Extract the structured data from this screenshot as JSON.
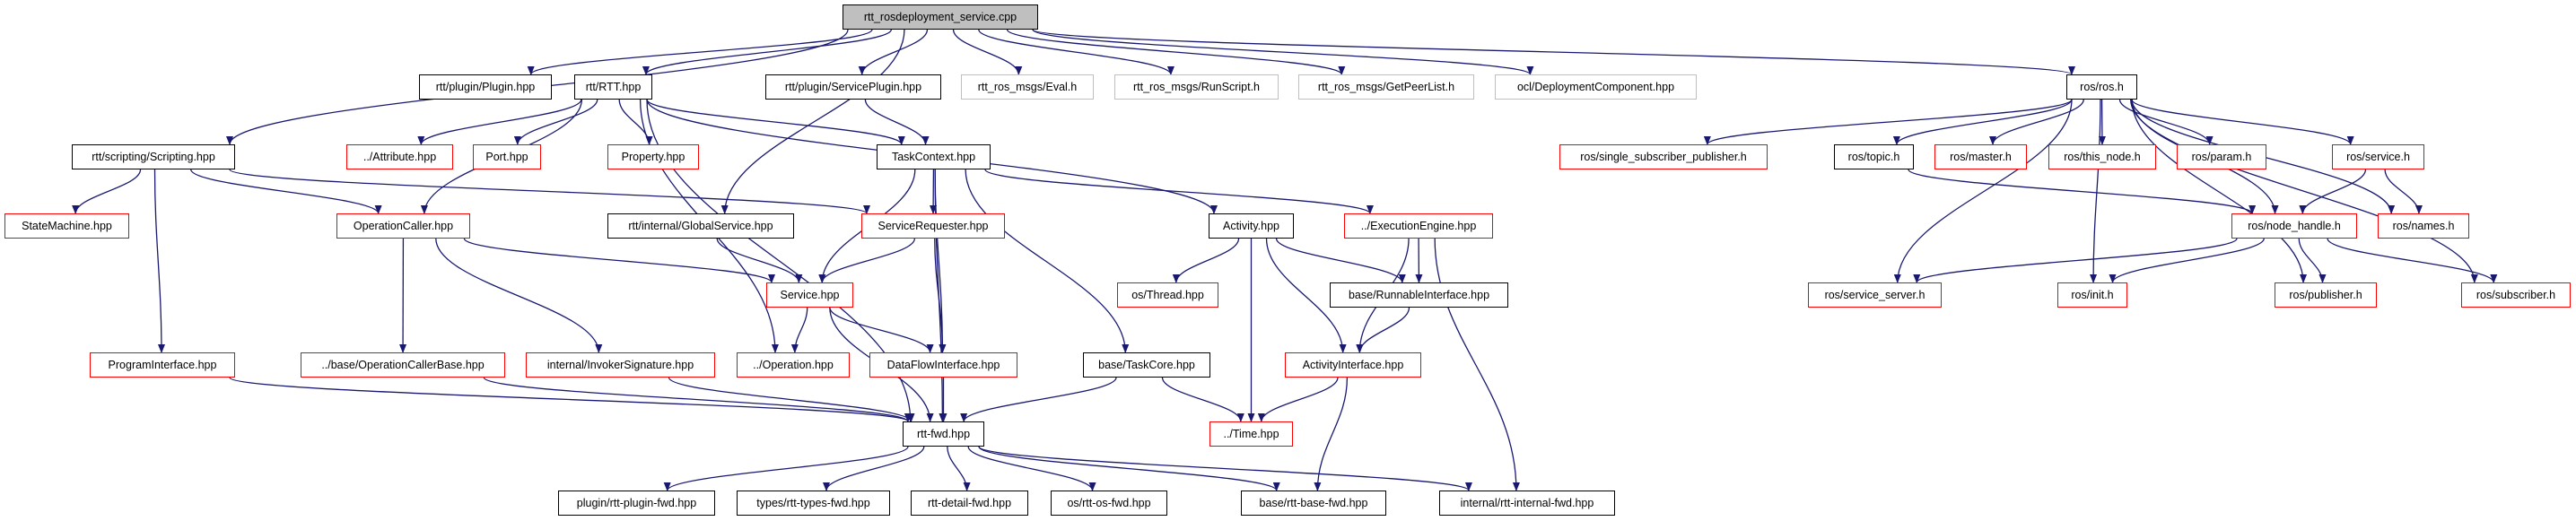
{
  "colors": {
    "edge": "#191970",
    "documented": "#000000",
    "truncated": "#ff0000",
    "not_found": "#bfbfbf",
    "root_fill": "#bfbfbf"
  },
  "nodes": [
    {
      "id": "root",
      "label": "rtt_rosdeployment_service.cpp",
      "style": "root"
    },
    {
      "id": "plugin",
      "label": "rtt/plugin/Plugin.hpp",
      "style": "black"
    },
    {
      "id": "rtt",
      "label": "rtt/RTT.hpp",
      "style": "black"
    },
    {
      "id": "serviceplugin",
      "label": "rtt/plugin/ServicePlugin.hpp",
      "style": "black"
    },
    {
      "id": "eval",
      "label": "rtt_ros_msgs/Eval.h",
      "style": "gray"
    },
    {
      "id": "runscript",
      "label": "rtt_ros_msgs/RunScript.h",
      "style": "gray"
    },
    {
      "id": "getpeerlist",
      "label": "rtt_ros_msgs/GetPeerList.h",
      "style": "gray"
    },
    {
      "id": "deployment",
      "label": "ocl/DeploymentComponent.hpp",
      "style": "gray"
    },
    {
      "id": "rosh",
      "label": "ros/ros.h",
      "style": "black"
    },
    {
      "id": "scripting",
      "label": "rtt/scripting/Scripting.hpp",
      "style": "black"
    },
    {
      "id": "attribute",
      "label": "../Attribute.hpp",
      "style": "red"
    },
    {
      "id": "port",
      "label": "Port.hpp",
      "style": "red"
    },
    {
      "id": "property",
      "label": "Property.hpp",
      "style": "red"
    },
    {
      "id": "taskcontext",
      "label": "TaskContext.hpp",
      "style": "black"
    },
    {
      "id": "ssp",
      "label": "ros/single_subscriber_publisher.h",
      "style": "red"
    },
    {
      "id": "topic",
      "label": "ros/topic.h",
      "style": "black"
    },
    {
      "id": "master",
      "label": "ros/master.h",
      "style": "red"
    },
    {
      "id": "thisnode",
      "label": "ros/this_node.h",
      "style": "red"
    },
    {
      "id": "param",
      "label": "ros/param.h",
      "style": "red"
    },
    {
      "id": "serviceh",
      "label": "ros/service.h",
      "style": "red"
    },
    {
      "id": "statemachine",
      "label": "StateMachine.hpp",
      "style": "red"
    },
    {
      "id": "opcaller",
      "label": "OperationCaller.hpp",
      "style": "red"
    },
    {
      "id": "globalservice",
      "label": "rtt/internal/GlobalService.hpp",
      "style": "black"
    },
    {
      "id": "servicerequester",
      "label": "ServiceRequester.hpp",
      "style": "red"
    },
    {
      "id": "activity",
      "label": "Activity.hpp",
      "style": "black"
    },
    {
      "id": "execengine",
      "label": "../ExecutionEngine.hpp",
      "style": "red"
    },
    {
      "id": "nodehandle",
      "label": "ros/node_handle.h",
      "style": "red"
    },
    {
      "id": "names",
      "label": "ros/names.h",
      "style": "red"
    },
    {
      "id": "service",
      "label": "Service.hpp",
      "style": "red"
    },
    {
      "id": "thread",
      "label": "os/Thread.hpp",
      "style": "red"
    },
    {
      "id": "runnable",
      "label": "base/RunnableInterface.hpp",
      "style": "black"
    },
    {
      "id": "serviceserver",
      "label": "ros/service_server.h",
      "style": "red"
    },
    {
      "id": "init",
      "label": "ros/init.h",
      "style": "red"
    },
    {
      "id": "publisher",
      "label": "ros/publisher.h",
      "style": "red"
    },
    {
      "id": "subscriber",
      "label": "ros/subscriber.h",
      "style": "red"
    },
    {
      "id": "programinterface",
      "label": "ProgramInterface.hpp",
      "style": "red"
    },
    {
      "id": "opcallerbase",
      "label": "../base/OperationCallerBase.hpp",
      "style": "red"
    },
    {
      "id": "invoker",
      "label": "internal/InvokerSignature.hpp",
      "style": "red"
    },
    {
      "id": "operation",
      "label": "../Operation.hpp",
      "style": "red"
    },
    {
      "id": "dataflow",
      "label": "DataFlowInterface.hpp",
      "style": "red"
    },
    {
      "id": "taskcore",
      "label": "base/TaskCore.hpp",
      "style": "black"
    },
    {
      "id": "activityinterface",
      "label": "ActivityInterface.hpp",
      "style": "red"
    },
    {
      "id": "rttfwd",
      "label": "rtt-fwd.hpp",
      "style": "black"
    },
    {
      "id": "time",
      "label": "../Time.hpp",
      "style": "red"
    },
    {
      "id": "pluginfwd",
      "label": "plugin/rtt-plugin-fwd.hpp",
      "style": "black"
    },
    {
      "id": "typesfwd",
      "label": "types/rtt-types-fwd.hpp",
      "style": "black"
    },
    {
      "id": "detailfwd",
      "label": "rtt-detail-fwd.hpp",
      "style": "black"
    },
    {
      "id": "osfwd",
      "label": "os/rtt-os-fwd.hpp",
      "style": "black"
    },
    {
      "id": "basefwd",
      "label": "base/rtt-base-fwd.hpp",
      "style": "black"
    },
    {
      "id": "internalfwd",
      "label": "internal/rtt-internal-fwd.hpp",
      "style": "black"
    }
  ],
  "edges": [
    [
      "root",
      "scripting"
    ],
    [
      "root",
      "plugin"
    ],
    [
      "root",
      "rtt"
    ],
    [
      "root",
      "globalservice"
    ],
    [
      "root",
      "serviceplugin"
    ],
    [
      "root",
      "eval"
    ],
    [
      "root",
      "runscript"
    ],
    [
      "root",
      "getpeerlist"
    ],
    [
      "root",
      "deployment"
    ],
    [
      "root",
      "rosh"
    ],
    [
      "rtt",
      "attribute"
    ],
    [
      "rtt",
      "port"
    ],
    [
      "rtt",
      "property"
    ],
    [
      "rtt",
      "opcaller"
    ],
    [
      "rtt",
      "taskcontext"
    ],
    [
      "rtt",
      "activity"
    ],
    [
      "rtt",
      "rttfwd"
    ],
    [
      "rtt",
      "operation"
    ],
    [
      "scripting",
      "statemachine"
    ],
    [
      "scripting",
      "opcaller"
    ],
    [
      "scripting",
      "programinterface"
    ],
    [
      "scripting",
      "servicerequester"
    ],
    [
      "serviceplugin",
      "taskcontext"
    ],
    [
      "taskcontext",
      "servicerequester"
    ],
    [
      "taskcontext",
      "service"
    ],
    [
      "taskcontext",
      "dataflow"
    ],
    [
      "taskcontext",
      "taskcore"
    ],
    [
      "taskcontext",
      "execengine"
    ],
    [
      "taskcontext",
      "rttfwd"
    ],
    [
      "globalservice",
      "service"
    ],
    [
      "servicerequester",
      "service"
    ],
    [
      "servicerequester",
      "dataflow"
    ],
    [
      "opcaller",
      "opcallerbase"
    ],
    [
      "opcaller",
      "invoker"
    ],
    [
      "opcaller",
      "service"
    ],
    [
      "service",
      "operation"
    ],
    [
      "service",
      "dataflow"
    ],
    [
      "service",
      "rttfwd"
    ],
    [
      "activity",
      "thread"
    ],
    [
      "activity",
      "time"
    ],
    [
      "activity",
      "runnable"
    ],
    [
      "activity",
      "activityinterface"
    ],
    [
      "execengine",
      "runnable"
    ],
    [
      "execengine",
      "activityinterface"
    ],
    [
      "execengine",
      "internalfwd"
    ],
    [
      "runnable",
      "activityinterface"
    ],
    [
      "activityinterface",
      "time"
    ],
    [
      "activityinterface",
      "basefwd"
    ],
    [
      "taskcore",
      "rttfwd"
    ],
    [
      "taskcore",
      "time"
    ],
    [
      "dataflow",
      "rttfwd"
    ],
    [
      "programinterface",
      "rttfwd"
    ],
    [
      "opcallerbase",
      "rttfwd"
    ],
    [
      "invoker",
      "rttfwd"
    ],
    [
      "rttfwd",
      "pluginfwd"
    ],
    [
      "rttfwd",
      "typesfwd"
    ],
    [
      "rttfwd",
      "detailfwd"
    ],
    [
      "rttfwd",
      "osfwd"
    ],
    [
      "rttfwd",
      "basefwd"
    ],
    [
      "rttfwd",
      "internalfwd"
    ],
    [
      "rosh",
      "ssp"
    ],
    [
      "rosh",
      "topic"
    ],
    [
      "rosh",
      "master"
    ],
    [
      "rosh",
      "thisnode"
    ],
    [
      "rosh",
      "param"
    ],
    [
      "rosh",
      "serviceh"
    ],
    [
      "rosh",
      "nodehandle"
    ],
    [
      "rosh",
      "names"
    ],
    [
      "rosh",
      "serviceserver"
    ],
    [
      "rosh",
      "init"
    ],
    [
      "rosh",
      "publisher"
    ],
    [
      "rosh",
      "subscriber"
    ],
    [
      "topic",
      "nodehandle"
    ],
    [
      "serviceh",
      "nodehandle"
    ],
    [
      "serviceh",
      "names"
    ],
    [
      "nodehandle",
      "serviceserver"
    ],
    [
      "nodehandle",
      "init"
    ],
    [
      "nodehandle",
      "publisher"
    ],
    [
      "nodehandle",
      "subscriber"
    ]
  ]
}
